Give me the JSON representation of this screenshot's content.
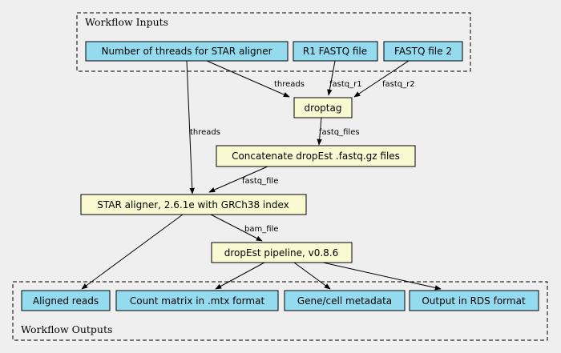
{
  "clusters": {
    "inputs": {
      "label": "Workflow Inputs"
    },
    "outputs": {
      "label": "Workflow Outputs"
    }
  },
  "nodes": {
    "threads_input": "Number of threads for STAR aligner",
    "r1_input": "R1 FASTQ file",
    "r2_input": "FASTQ file 2",
    "droptag": "droptag",
    "concatenate": "Concatenate dropEst .fastq.gz files",
    "star": "STAR aligner, 2.6.1e with GRCh38 index",
    "dropest": "dropEst pipeline, v0.8.6",
    "aligned_reads": "Aligned reads",
    "count_matrix": "Count matrix in .mtx format",
    "gene_cell_meta": "Gene/cell metadata",
    "rds_output": "Output in RDS format"
  },
  "edges": {
    "threads_to_droptag": "threads",
    "r1_to_droptag": "fastq_r1",
    "r2_to_droptag": "fastq_r2",
    "threads_to_star": "threads",
    "droptag_to_concat": "fastq_files",
    "concat_to_star": "fastq_file",
    "star_to_dropest": "bam_file"
  },
  "colors": {
    "input_fill": "#94dbf0",
    "step_fill": "#fafad2",
    "background": "#efefef"
  }
}
